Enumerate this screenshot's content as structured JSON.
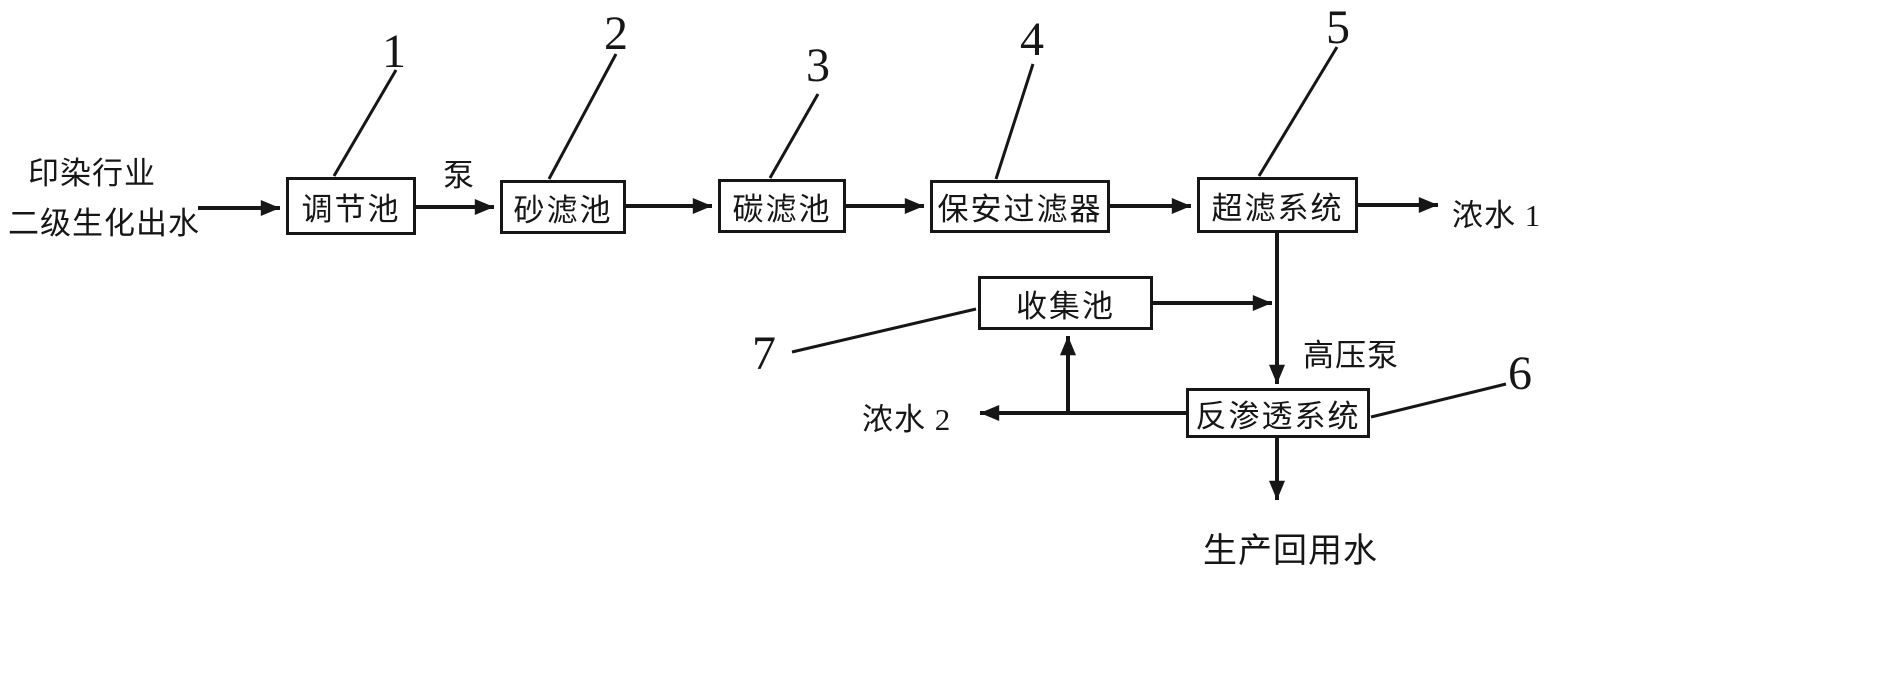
{
  "diagram": {
    "title_hint": "wastewater-treatment-process-flow",
    "ink_color": "#161616",
    "source": {
      "line1": "印染行业",
      "line2": "二级生化出水"
    },
    "pump_label": "泵",
    "boxes": {
      "regulating_tank": "调节池",
      "sand_filter": "砂滤池",
      "carbon_filter": "碳滤池",
      "security_filter": "保安过滤器",
      "ultrafiltration": "超滤系统",
      "collection_tank": "收集池",
      "reverse_osmosis": "反渗透系统"
    },
    "labels": {
      "concentrate_1": "浓水 1",
      "high_pressure_pump": "高压泵",
      "concentrate_2": "浓水 2",
      "product_water": "生产回用水"
    },
    "ref_numbers": {
      "r1": "1",
      "r2": "2",
      "r3": "3",
      "r4": "4",
      "r5": "5",
      "r6": "6",
      "r7": "7"
    }
  }
}
